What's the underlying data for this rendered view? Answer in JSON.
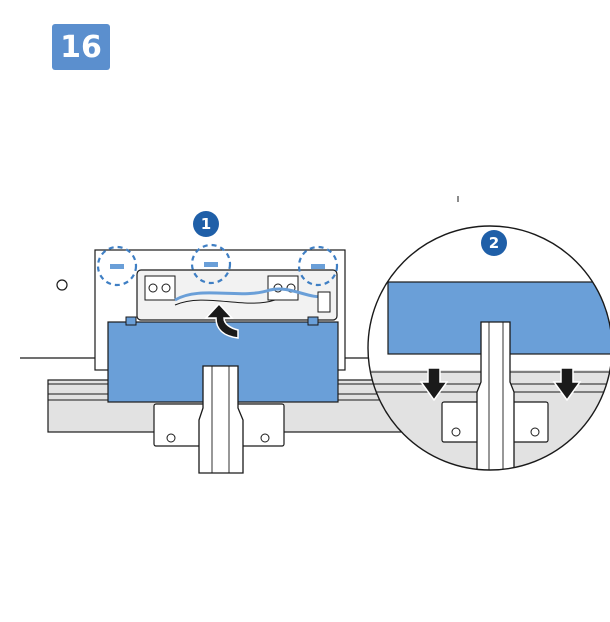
{
  "step": {
    "number": "16"
  },
  "callouts": [
    {
      "label": "1"
    },
    {
      "label": "2"
    }
  ],
  "colors": {
    "badge": "#5b8fce",
    "part_fill": "#6a9fd8",
    "callout_fill": "#1f5fa8",
    "dashed_highlight": "#3f7fc4",
    "floor_gray": "#dcdcdc",
    "line": "#1a1a1a"
  },
  "icons": [
    "arrow-up-curved-icon",
    "arrow-down-icon",
    "dashed-circle-highlight-icon"
  ]
}
